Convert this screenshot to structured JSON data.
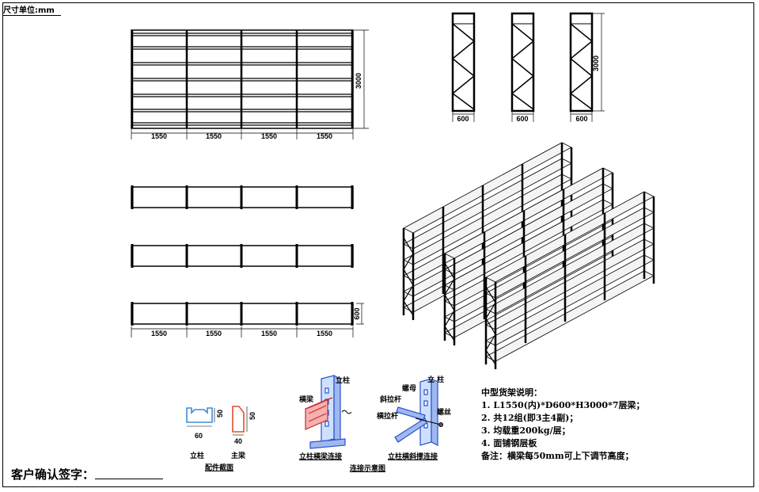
{
  "unit_label": "尺寸单位:mm",
  "front_view": {
    "width_labels": [
      "1550",
      "1550",
      "1550",
      "1550"
    ],
    "height_label": "3000"
  },
  "side_view": {
    "depth_labels": [
      "600",
      "600",
      "600"
    ],
    "height_label": "3000"
  },
  "plan_view": {
    "width_labels": [
      "1550",
      "1550",
      "1550",
      "1550"
    ],
    "depth_label": "600"
  },
  "section": {
    "upright_label": "立柱",
    "beam_label": "主梁",
    "dim_60": "60",
    "dim_50a": "50",
    "dim_40": "40",
    "dim_50b": "50",
    "caption": "配件截面"
  },
  "connection": {
    "upright_a": "立柱",
    "beam_a": "横梁",
    "caption_a": "立柱横梁连接",
    "upright_b": "立 柱",
    "nut": "螺母",
    "diag_brace": "斜拉杆",
    "horiz_brace": "横拉杆",
    "bolt": "螺丝",
    "caption_b": "立柱横斜撑连接",
    "caption": "连接示意图"
  },
  "notes": {
    "title": "中型货架说明：",
    "items": [
      "1. L1550(内)*D600*H3000*7层梁；",
      "2. 共12组(即3主4副)；",
      "3. 均载重200kg/层；",
      "4. 面铺钢层板"
    ],
    "remark": "备注：横梁每50mm可上下调节高度；"
  },
  "signature_label": "客户确认签字："
}
